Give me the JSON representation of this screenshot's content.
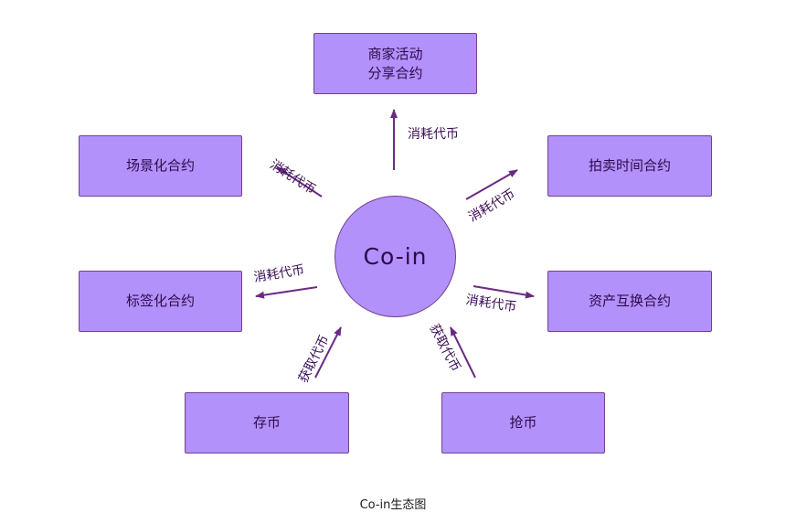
{
  "nodes": {
    "center": "Co-in",
    "top_line1": "商家活动",
    "top_line2": "分享合约",
    "top_left": "场景化合约",
    "top_right": "拍卖时间合约",
    "mid_left": "标签化合约",
    "mid_right": "资产互换合约",
    "bottom_left": "存币",
    "bottom_right": "抢币"
  },
  "edges": {
    "to_top": "消耗代币",
    "to_top_left": "消耗代币",
    "to_top_right": "消耗代币",
    "to_mid_left": "消耗代币",
    "to_mid_right": "消耗代币",
    "from_bottom_left": "获取代币",
    "from_bottom_right": "获取代币"
  },
  "caption": "Co-in生态图",
  "colors": {
    "node_fill": "#b291fb",
    "node_border": "#743f8f",
    "arrow": "#6a2a82",
    "text": "#2f0a4a"
  }
}
